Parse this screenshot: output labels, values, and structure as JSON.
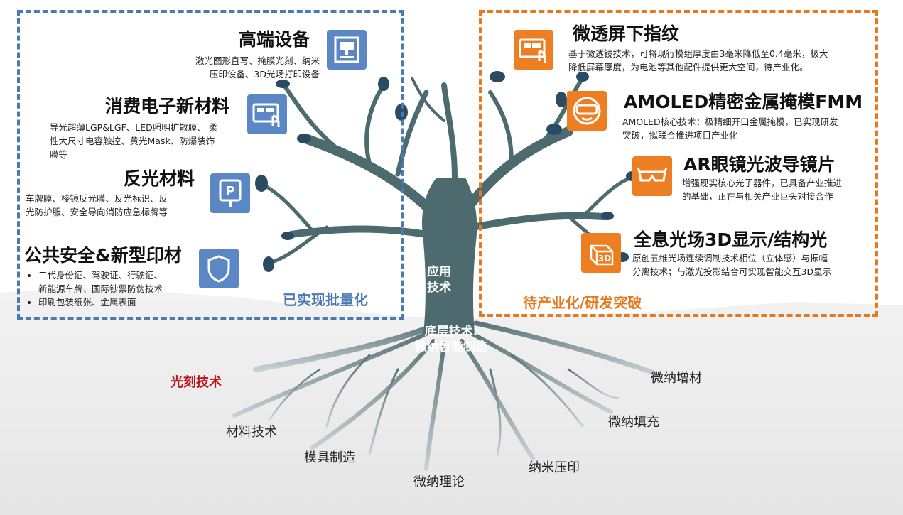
{
  "left_panel": {
    "status": "已实现批量化",
    "items": [
      {
        "title": "高端设备",
        "desc": [
          "激光图形直写、掩膜光刻、纳米",
          "压印设备、3D光场打印设备"
        ],
        "icon": "equipment-icon"
      },
      {
        "title": "消费电子新材料",
        "desc": [
          "导光超薄LGP&LGF、LED照明扩散膜、 柔",
          "性大尺寸电容触控、黄光Mask、防爆装饰",
          "膜等"
        ],
        "icon": "touch-screen-icon"
      },
      {
        "title": "反光材料",
        "desc": [
          "车牌膜、棱镜反光膜、反光标识、反",
          "光防护服、安全导向消防应急标牌等"
        ],
        "icon": "parking-sign-icon"
      },
      {
        "title": "公共安全&新型印材",
        "bullets": [
          "二代身份证、驾驶证、行驶证、",
          "印刷包装纸张、金属表面"
        ],
        "continuation": "新能源车牌、国际钞票防伪技术",
        "icon": "shield-icon"
      }
    ]
  },
  "right_panel": {
    "status": "待产业化/研发突破",
    "items": [
      {
        "title": "微透屏下指纹",
        "desc": [
          "基于微透镜技术，可将现行模组厚度由3毫米降低至0.4毫米，极大",
          "降低屏幕厚度，为电池等其他配件提供更大空间，待产业化。"
        ],
        "icon": "fingerprint-screen-icon"
      },
      {
        "title": "AMOLED精密金属掩模FMM",
        "desc": [
          "AMOLED核心技术：极精细开口金属掩模，已实现研发",
          "突破，拟联合推进项目产业化"
        ],
        "icon": "mask-icon"
      },
      {
        "title": "AR眼镜光波导镜片",
        "desc": [
          "增强现实核心光子器件，已具备产业推进",
          "的基础，正在与相关产业巨头对接合作"
        ],
        "icon": "ar-glasses-icon"
      },
      {
        "title": "全息光场3D显示/结构光",
        "desc": [
          "原创五维光场连续调制技术相位（立体感）与振幅",
          "分离技术；与激光投影结合可实现智能交互3D显示"
        ],
        "icon": "3d-cube-icon"
      }
    ]
  },
  "trunk": {
    "label_line1": "应用",
    "label_line2": "技术"
  },
  "base": {
    "label_line1": "底层技术:",
    "label_line2": "微纳智能制造"
  },
  "roots": [
    {
      "label": "光刻技术",
      "highlight": true
    },
    {
      "label": "材料技术",
      "highlight": false
    },
    {
      "label": "模具制造",
      "highlight": false
    },
    {
      "label": "微纳理论",
      "highlight": false
    },
    {
      "label": "纳米压印",
      "highlight": false
    },
    {
      "label": "微纳填充",
      "highlight": false
    },
    {
      "label": "微纳增材",
      "highlight": false
    }
  ],
  "icon_3d_text": "3D",
  "icon_p_text": "P",
  "colors": {
    "blue": "#4a79b3",
    "orange": "#e6781e",
    "tree": "#4d6b6e",
    "highlight": "#c0121b",
    "ground": "#ededed"
  }
}
